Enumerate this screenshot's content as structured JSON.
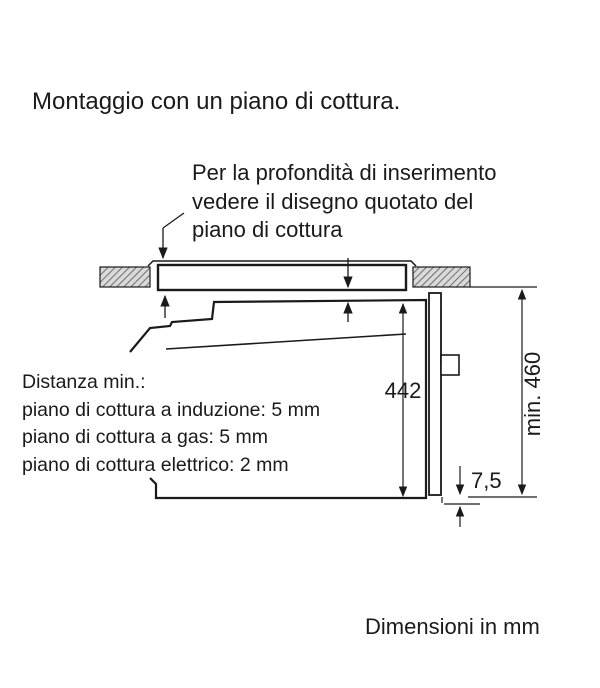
{
  "title": "Montaggio con un piano di cottura.",
  "note": {
    "lines": [
      "Per la profondità di inserimento",
      "vedere il disegno quotato del",
      "piano di cottura"
    ]
  },
  "distance": {
    "heading": "Distanza min.:",
    "items": [
      "piano di cottura a induzione: 5 mm",
      "piano di cottura a gas: 5 mm",
      "piano di cottura elettrico: 2 mm"
    ]
  },
  "dimensions": {
    "height_442": "442",
    "min_460": "min. 460",
    "gap_7_5": "7,5"
  },
  "footer": "Dimensioni in mm",
  "colors": {
    "line": "#1a1a1a",
    "hatch": "#555555",
    "worktop_fill": "#d9d9d9"
  }
}
